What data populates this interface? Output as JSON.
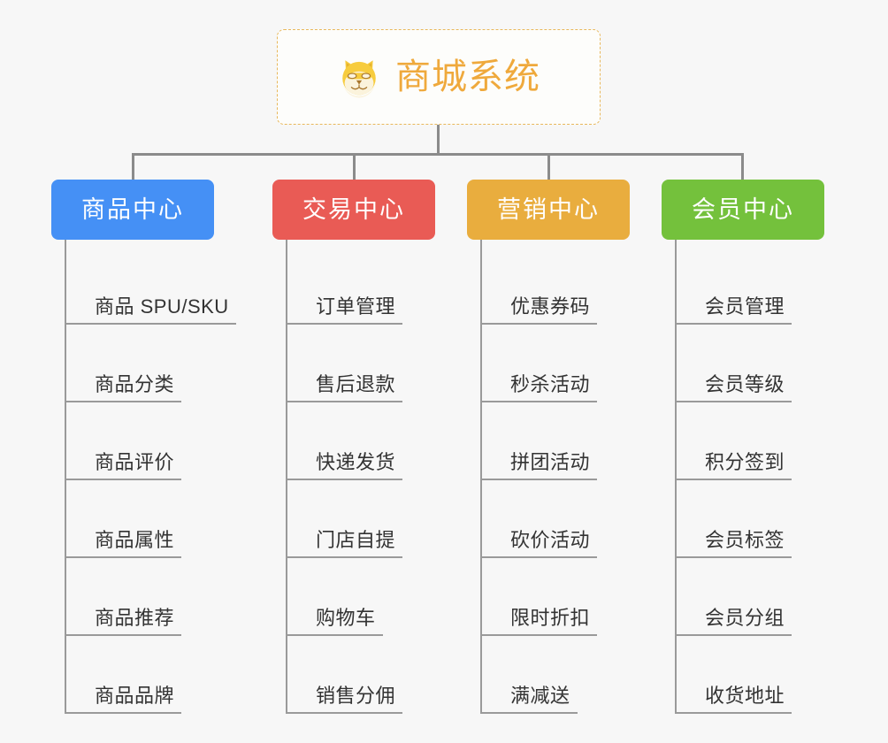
{
  "diagram": {
    "type": "org-tree",
    "background_color": "#f7f7f7",
    "root": {
      "title": "商城系统",
      "icon": "shiba-dog-emoji",
      "text_color": "#efa93c",
      "border_color": "#e8b85c",
      "border_style": "dashed"
    },
    "connector_color": "#8b8b8b",
    "leaf_line_color": "#9a9a9a",
    "leaf_text_color": "#333333",
    "categories": [
      {
        "label": "商品中心",
        "color": "#4590f5",
        "items": [
          {
            "label": "商品 SPU/SKU"
          },
          {
            "label": "商品分类"
          },
          {
            "label": "商品评价"
          },
          {
            "label": "商品属性"
          },
          {
            "label": "商品推荐"
          },
          {
            "label": "商品品牌"
          }
        ]
      },
      {
        "label": "交易中心",
        "color": "#e95b55",
        "items": [
          {
            "label": "订单管理"
          },
          {
            "label": "售后退款"
          },
          {
            "label": "快递发货"
          },
          {
            "label": "门店自提"
          },
          {
            "label": "购物车"
          },
          {
            "label": "销售分佣"
          }
        ]
      },
      {
        "label": "营销中心",
        "color": "#e9ad3e",
        "items": [
          {
            "label": "优惠券码"
          },
          {
            "label": "秒杀活动"
          },
          {
            "label": "拼团活动"
          },
          {
            "label": "砍价活动"
          },
          {
            "label": "限时折扣"
          },
          {
            "label": "满减送"
          }
        ]
      },
      {
        "label": "会员中心",
        "color": "#74c13c",
        "items": [
          {
            "label": "会员管理"
          },
          {
            "label": "会员等级"
          },
          {
            "label": "积分签到"
          },
          {
            "label": "会员标签"
          },
          {
            "label": "会员分组"
          },
          {
            "label": "收货地址"
          }
        ]
      }
    ]
  }
}
